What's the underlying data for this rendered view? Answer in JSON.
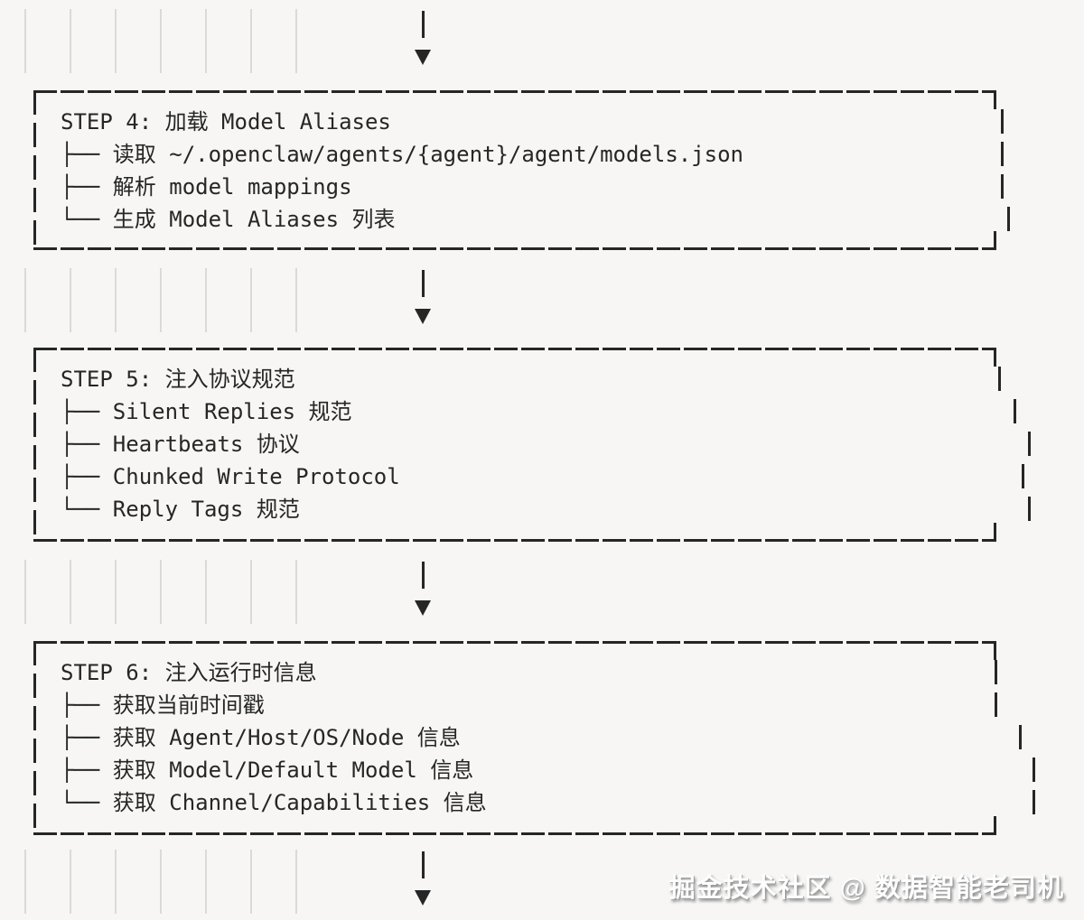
{
  "colors": {
    "background": "#f7f6f5",
    "ink": "#262626",
    "faint_guide_line": "#dadad9",
    "watermark_fill": "#fdfdfd",
    "watermark_shadow": "#8d8d8d"
  },
  "flow": {
    "connector_icon": "arrow-down",
    "boxes": [
      {
        "title": "STEP 4: 加载 Model Aliases",
        "items": [
          "├── 读取 ~/.openclaw/agents/{agent}/agent/models.json",
          "├── 解析 model mappings",
          "└── 生成 Model Aliases 列表"
        ]
      },
      {
        "title": "STEP 5: 注入协议规范",
        "items": [
          "├── Silent Replies 规范",
          "├── Heartbeats 协议",
          "├── Chunked Write Protocol",
          "└── Reply Tags 规范"
        ]
      },
      {
        "title": "STEP 6: 注入运行时信息",
        "items": [
          "├── 获取当前时间戳",
          "├── 获取 Agent/Host/OS/Node 信息",
          "├── 获取 Model/Default Model 信息",
          "└── 获取 Channel/Capabilities 信息"
        ]
      }
    ]
  },
  "watermark": {
    "text": "掘金技术社区 @ 数据智能老司机"
  }
}
